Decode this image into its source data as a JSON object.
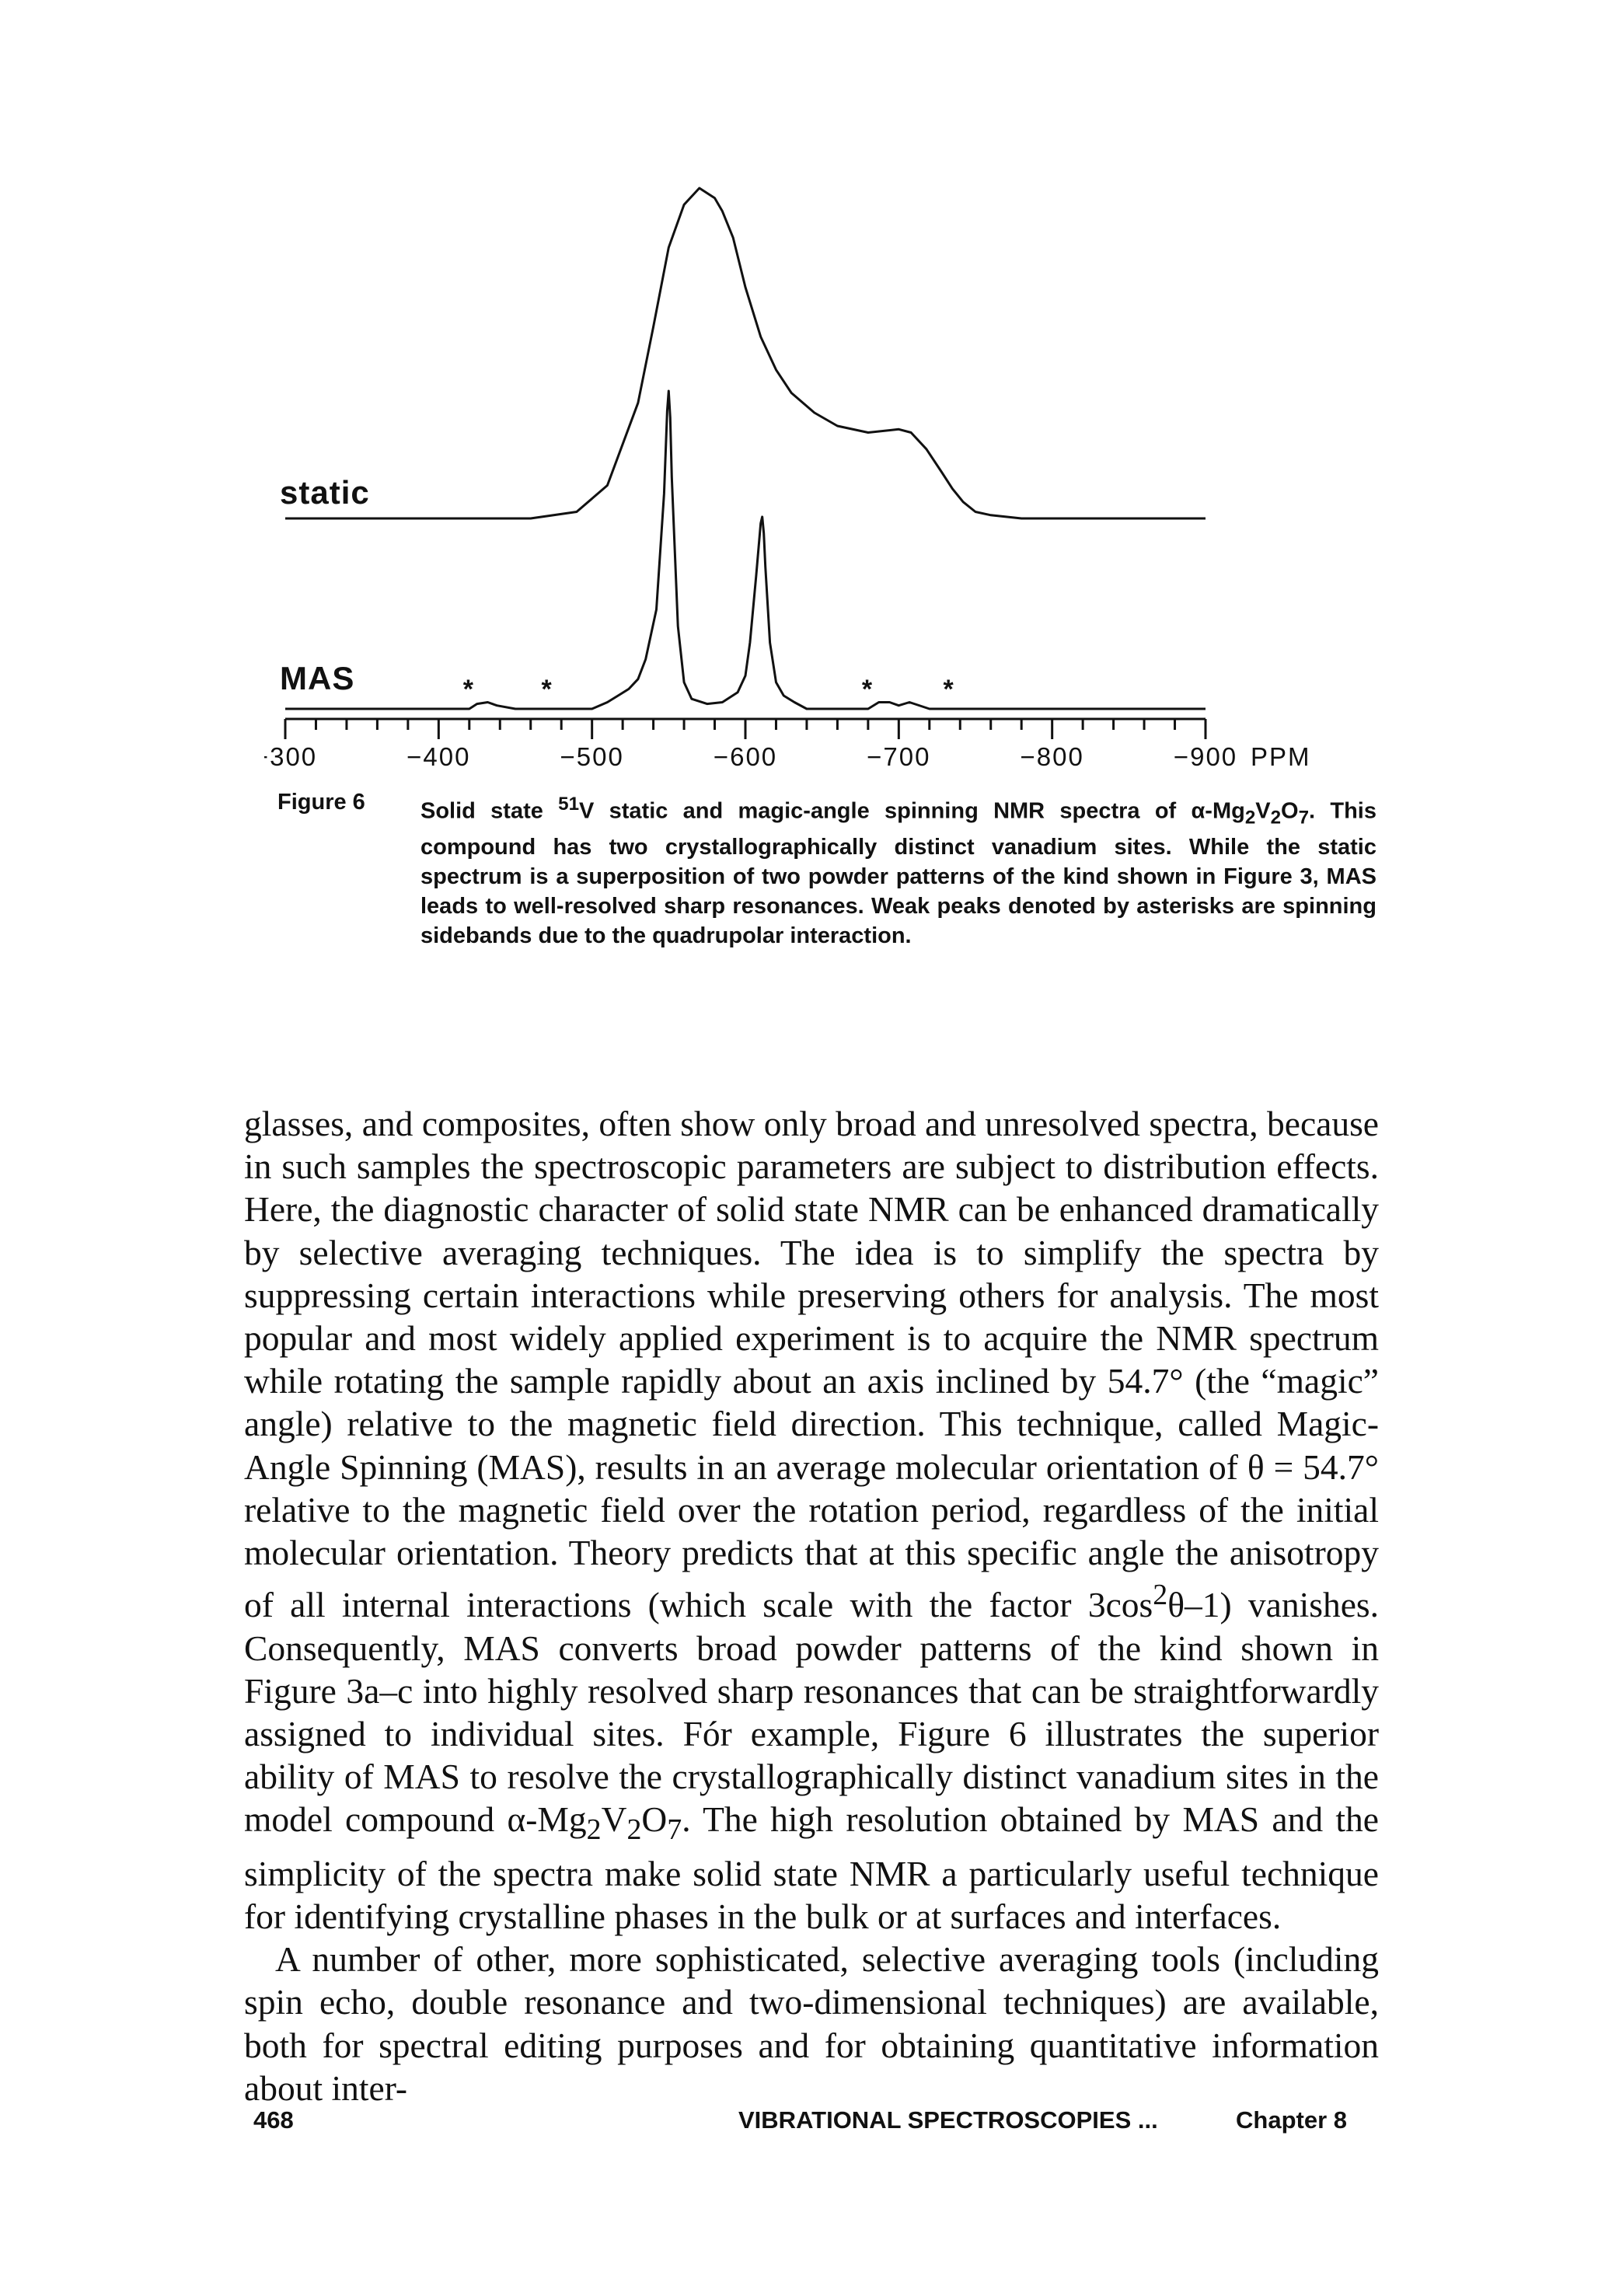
{
  "figure": {
    "chart_data": {
      "type": "line",
      "xlabel": "PPM",
      "x_ticks": [
        -300,
        -400,
        -500,
        -600,
        -700,
        -800,
        -900
      ],
      "x_tick_labels": [
        "−300",
        "−400",
        "−500",
        "−600",
        "−700",
        "−800",
        "−900"
      ],
      "xlim": [
        -300,
        -900
      ],
      "x_reversed": true,
      "y_axis_shown": false,
      "grid": false,
      "legend": "none",
      "series": [
        {
          "name": "static",
          "x": [
            -300,
            -460,
            -490,
            -510,
            -530,
            -540,
            -550,
            -560,
            -570,
            -580,
            -585,
            -592,
            -600,
            -610,
            -620,
            -630,
            -645,
            -660,
            -680,
            -700,
            -708,
            -718,
            -728,
            -735,
            -742,
            -750,
            -760,
            -780,
            -800,
            -900
          ],
          "y": [
            0.0,
            0.0,
            0.02,
            0.1,
            0.35,
            0.58,
            0.82,
            0.95,
            1.0,
            0.97,
            0.93,
            0.85,
            0.7,
            0.55,
            0.45,
            0.38,
            0.32,
            0.28,
            0.26,
            0.27,
            0.26,
            0.21,
            0.14,
            0.09,
            0.05,
            0.02,
            0.01,
            0.0,
            0.0,
            0.0
          ]
        },
        {
          "name": "MAS",
          "x": [
            -300,
            -420,
            -425,
            -432,
            -438,
            -450,
            -500,
            -510,
            -517,
            -524,
            -530,
            -535,
            -542,
            -547,
            -549,
            -550,
            -551,
            -552,
            -556,
            -560,
            -565,
            -575,
            -585,
            -595,
            -600,
            -603,
            -607,
            -610,
            -611,
            -612,
            -613,
            -616,
            -620,
            -625,
            -632,
            -640,
            -680,
            -687,
            -694,
            -700,
            -707,
            -720,
            -740,
            -900
          ],
          "y": [
            0.0,
            0.0,
            0.015,
            0.02,
            0.01,
            0.0,
            0.0,
            0.02,
            0.04,
            0.06,
            0.09,
            0.15,
            0.3,
            0.65,
            0.9,
            0.96,
            0.88,
            0.7,
            0.25,
            0.08,
            0.03,
            0.015,
            0.02,
            0.05,
            0.1,
            0.2,
            0.4,
            0.56,
            0.58,
            0.53,
            0.43,
            0.2,
            0.08,
            0.04,
            0.02,
            0.0,
            0.0,
            0.02,
            0.02,
            0.01,
            0.02,
            0.0,
            0.0,
            0.0
          ]
        }
      ],
      "trace_labels": [
        "static",
        "MAS"
      ],
      "asterisks": [
        {
          "x": -420,
          "label": "*"
        },
        {
          "x": -471,
          "label": "*"
        },
        {
          "x": -680,
          "label": "*"
        },
        {
          "x": -733,
          "label": "*"
        }
      ]
    }
  },
  "caption": {
    "label": "Figure 6",
    "html": "Solid state <sup>51</sup>V static and magic-angle spinning NMR spectra of α-Mg<sub>2</sub>V<sub>2</sub>O<sub>7</sub>. This compound has two crystallographically distinct vanadium sites. While the static spectrum is a superposition of two powder patterns of the kind shown in Figure 3, MAS leads to well-resolved sharp resonances. Weak peaks denoted by asterisks are spinning sidebands due to the quadrupolar interaction."
  },
  "body": {
    "paragraphs": [
      "glasses, and composites, often show only broad and unresolved spectra, because in such samples the spectroscopic parameters are subject to distribution effects. Here, the diagnostic character of solid state NMR can be enhanced dramatically by selective averaging techniques. The idea is to simplify the spectra by suppressing certain interactions while preserving others for analysis. The most popular and most widely applied experiment is to acquire the NMR spectrum while rotating the sample rapidly about an axis inclined by 54.7° (the “magic” angle) relative to the magnetic field direction. This technique, called Magic-Angle Spinning (MAS), results in an average molecular orientation of θ = 54.7° relative to the magnetic field over the rotation period, regardless of the initial molecular orientation. Theory predicts that at this specific angle the anisotropy of all internal interactions (which scale with the factor 3cos<sup>2</sup>θ–1) vanishes. Consequently, MAS converts broad powder patterns of the kind shown in Figure 3a–c into highly resolved sharp resonances that can be straightforwardly assigned to individual sites. Fór example, Figure 6 illustrates the superior ability of MAS to resolve the crystallographically distinct vanadium sites in the model compound α-Mg<sub>2</sub>V<sub>2</sub>O<sub>7</sub>. The high resolution obtained by MAS and the simplicity of the spectra make solid state NMR a particularly useful technique for identifying crystalline phases in the bulk or at surfaces and interfaces.",
      "A number of other, more sophisticated, selective averaging tools (including spin echo, double resonance and two-dimensional techniques) are available, both for spectral editing purposes and for obtaining quantitative information about inter-"
    ]
  },
  "footer": {
    "page_number": "468",
    "running_title": "VIBRATIONAL SPECTROSCOPIES ...",
    "chapter": "Chapter 8"
  }
}
